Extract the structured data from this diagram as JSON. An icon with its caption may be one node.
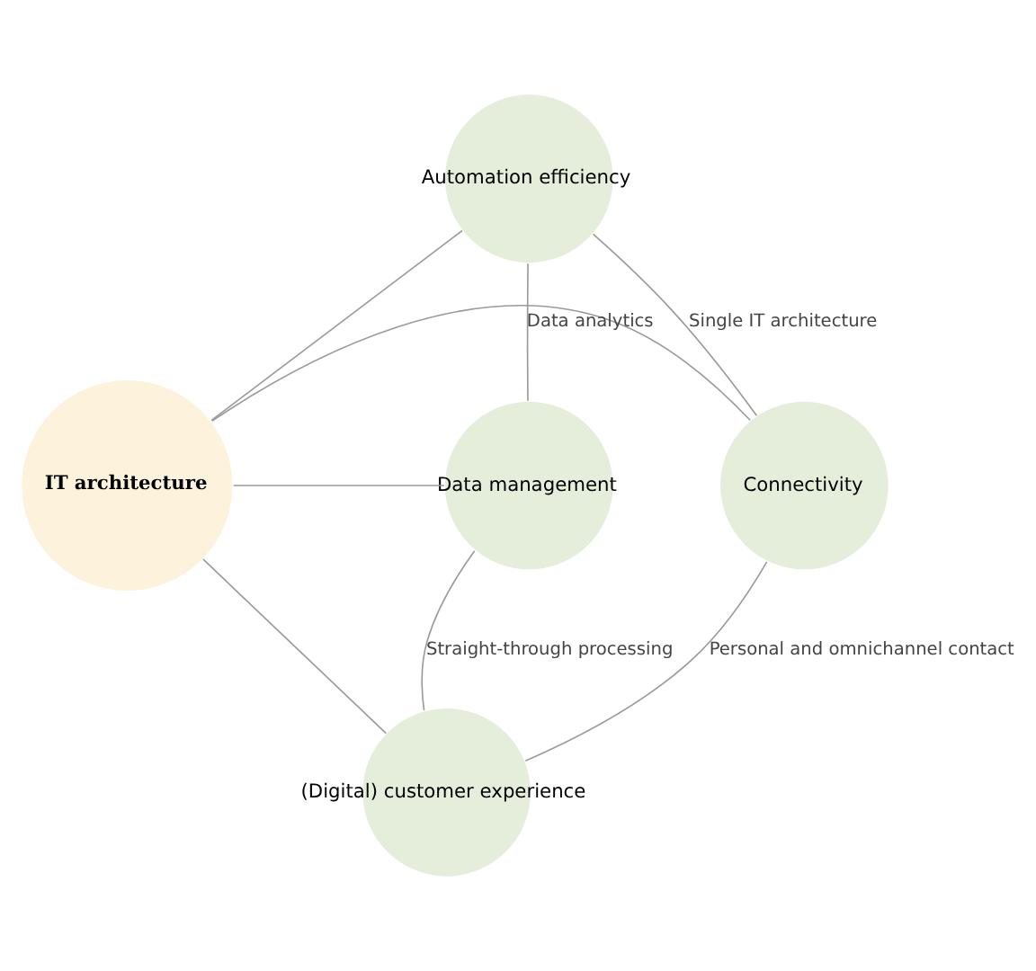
{
  "diagram": {
    "nodes": [
      {
        "text": [
          "IT architecture"
        ]
      },
      {
        "text": [
          "Automation efficiency"
        ]
      },
      {
        "text": [
          "Connectivity"
        ]
      },
      {
        "text": [
          "Data management"
        ]
      },
      {
        "text": [
          "(Digital) customer experience"
        ]
      }
    ],
    "edges": [
      {
        "from": 0,
        "to": 1,
        "arrow": "none"
      },
      {
        "from": 0,
        "to": 2,
        "arrow": "none"
      },
      {
        "from": 0,
        "to": 3,
        "arrow": "none"
      },
      {
        "from": 0,
        "to": 4,
        "arrow": "none"
      },
      {
        "from": 2,
        "to": 1,
        "arrow": "none",
        "label": "Single IT architecture"
      },
      {
        "from": 1,
        "to": 3,
        "arrow": "none",
        "label": "Data analytics"
      },
      {
        "from": 3,
        "to": 4,
        "arrow": "none",
        "label": "Straight-through processing"
      },
      {
        "from": 4,
        "to": 2,
        "arrow": "none",
        "label": "Personal and omnichannel contact"
      }
    ]
  }
}
